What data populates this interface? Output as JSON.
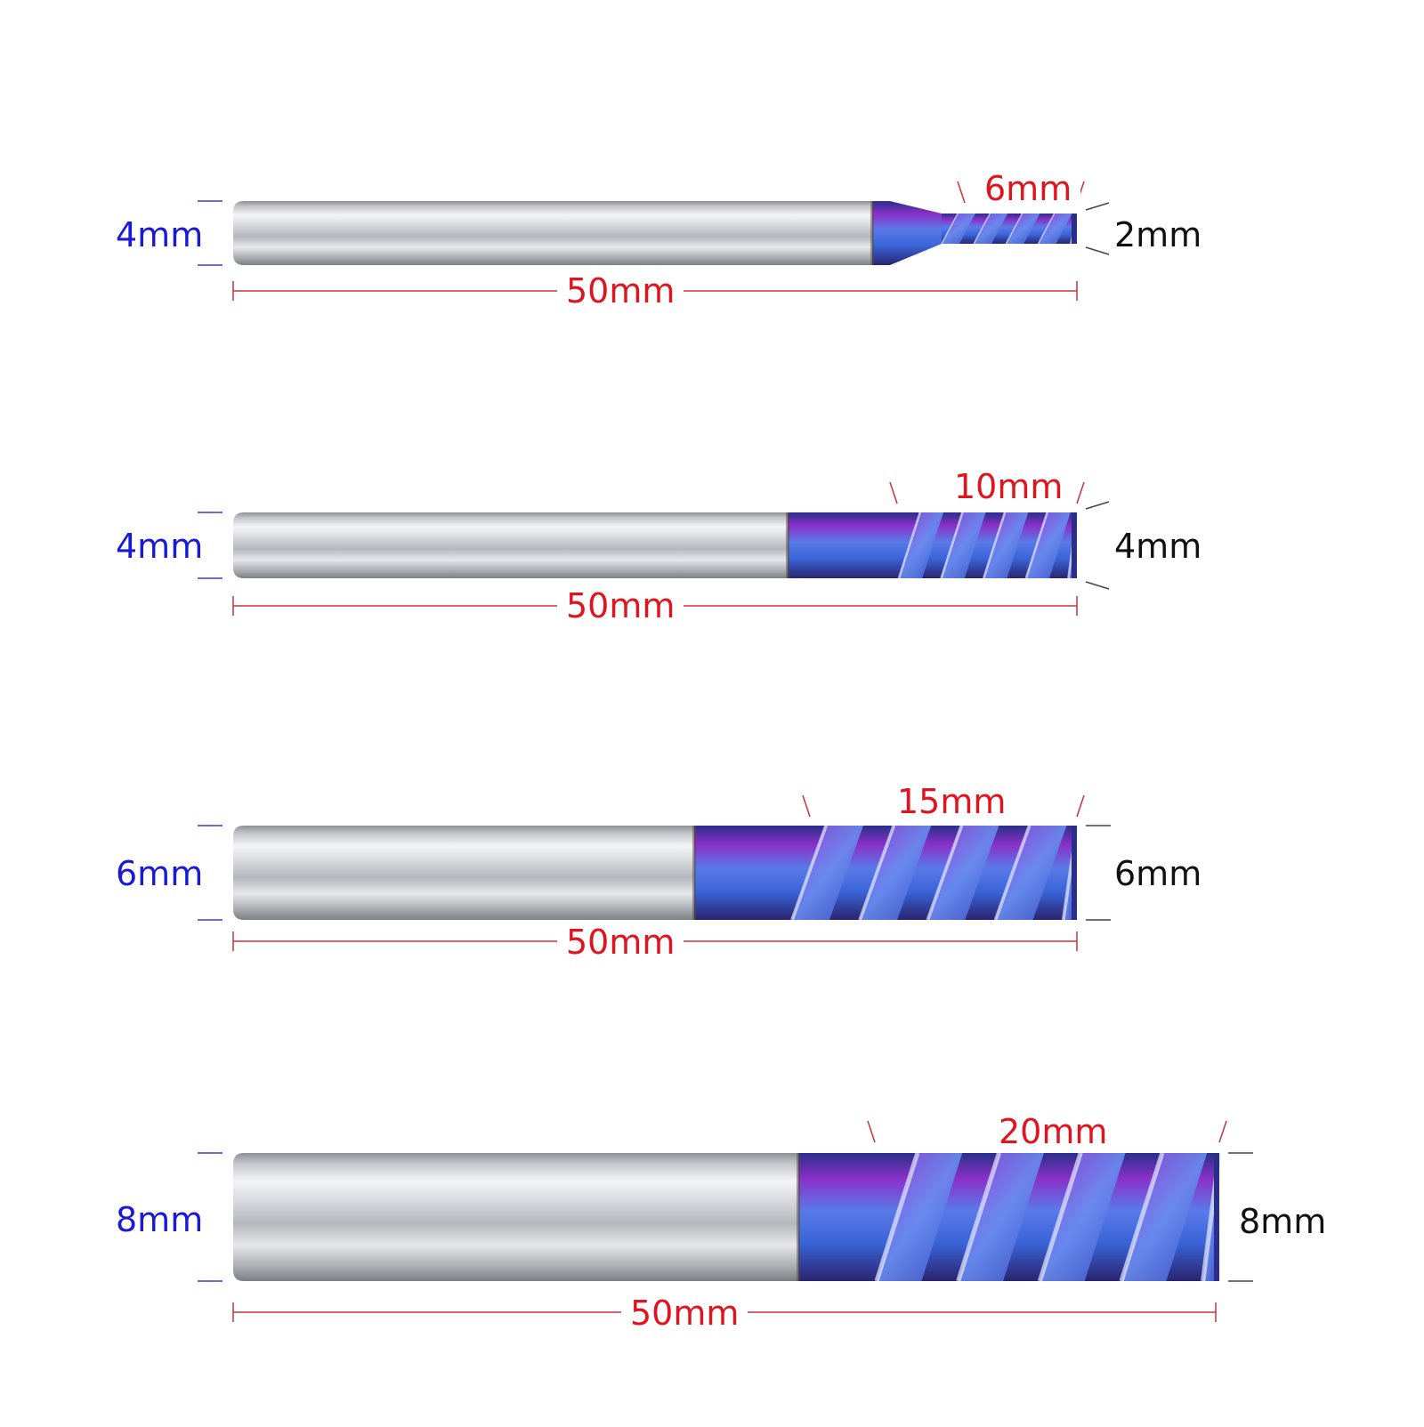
{
  "colors": {
    "shank_label": "#1a1ad6",
    "length_label": "#e0141e",
    "diameter_label": "#111111",
    "dimension_line": "#c8323c",
    "tick_blue": "#3a3ad0",
    "coating_blue": "#3a64d8",
    "coating_purple": "#8a30c8",
    "steel": "#c9cbcf"
  },
  "tools": [
    {
      "shank_label": "4mm",
      "overall_length_label": "50mm",
      "flute_length_label": "6mm",
      "cutter_diameter_label": "2mm"
    },
    {
      "shank_label": "4mm",
      "overall_length_label": "50mm",
      "flute_length_label": "10mm",
      "cutter_diameter_label": "4mm"
    },
    {
      "shank_label": "6mm",
      "overall_length_label": "50mm",
      "flute_length_label": "15mm",
      "cutter_diameter_label": "6mm"
    },
    {
      "shank_label": "8mm",
      "overall_length_label": "50mm",
      "flute_length_label": "20mm",
      "cutter_diameter_label": "8mm"
    }
  ]
}
